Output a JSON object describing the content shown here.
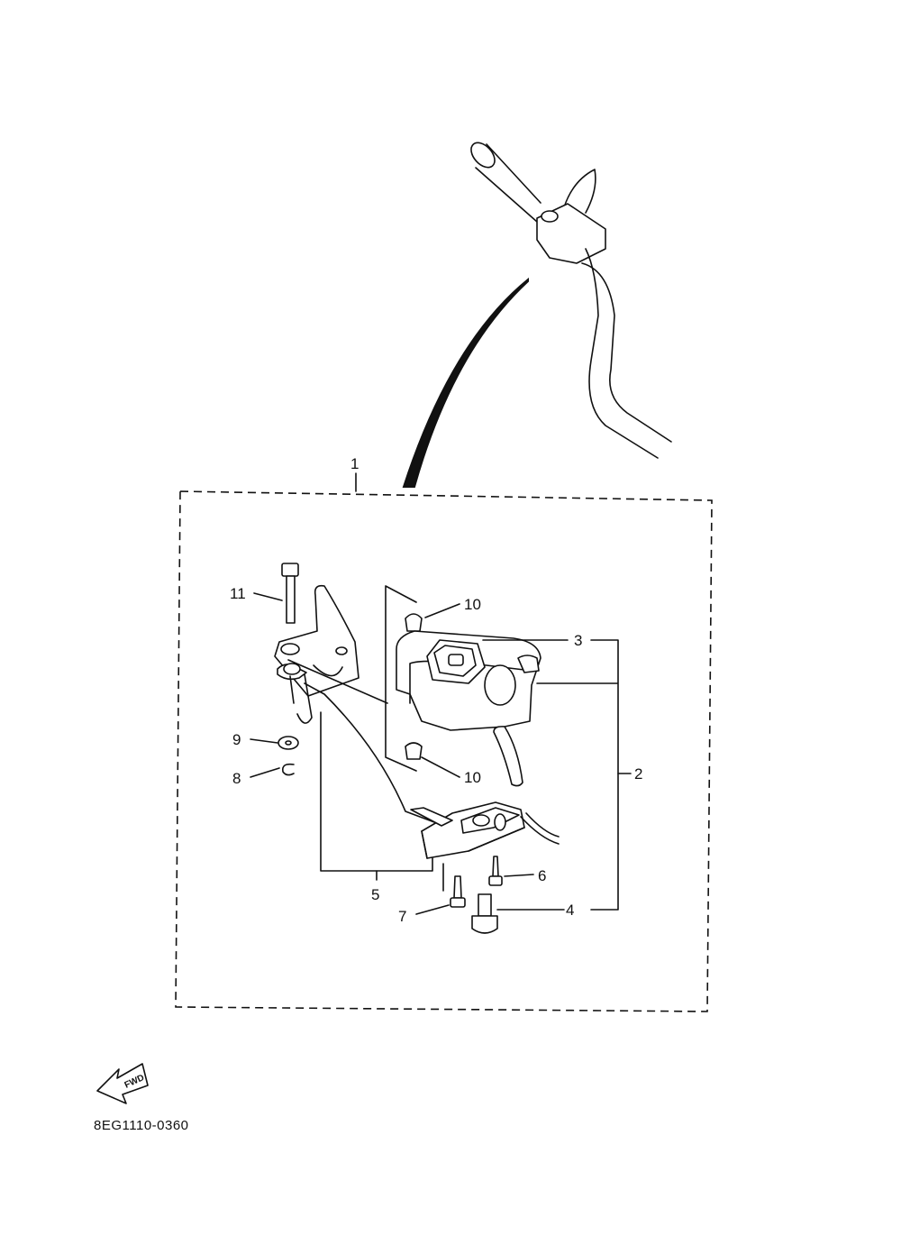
{
  "diagram": {
    "callouts": {
      "c1": "1",
      "c2": "2",
      "c3": "3",
      "c4": "4",
      "c5": "5",
      "c6": "6",
      "c7": "7",
      "c8": "8",
      "c9": "9",
      "c10a": "10",
      "c10b": "10",
      "c11": "11"
    },
    "direction_label": "FWD",
    "reference_code": "8EG1110-0360"
  }
}
